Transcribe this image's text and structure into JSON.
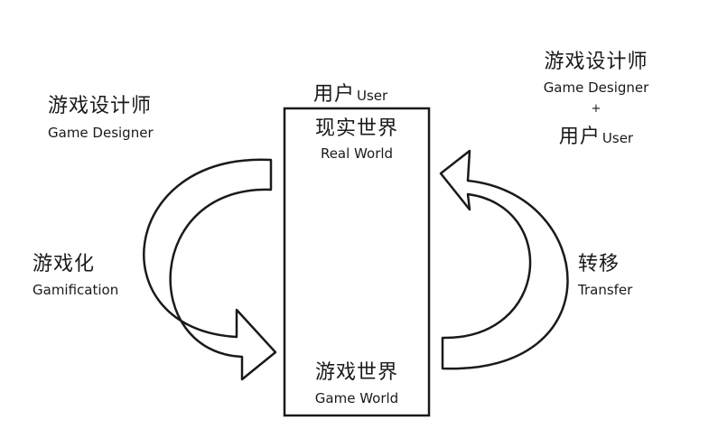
{
  "user_top": {
    "zh": "用户",
    "en": "User"
  },
  "world_box": {
    "top_zh": "现实世界",
    "top_en": "Real World",
    "bottom_zh": "游戏世界",
    "bottom_en": "Game World"
  },
  "left": {
    "designer_zh": "游戏设计师",
    "designer_en": "Game Designer",
    "process_zh": "游戏化",
    "process_en": "Gamification"
  },
  "right": {
    "designer_zh": "游戏设计师",
    "designer_en": "Game Designer",
    "plus": "+",
    "user_zh": "用户",
    "user_en": "User",
    "process_zh": "转移",
    "process_en": "Transfer"
  }
}
